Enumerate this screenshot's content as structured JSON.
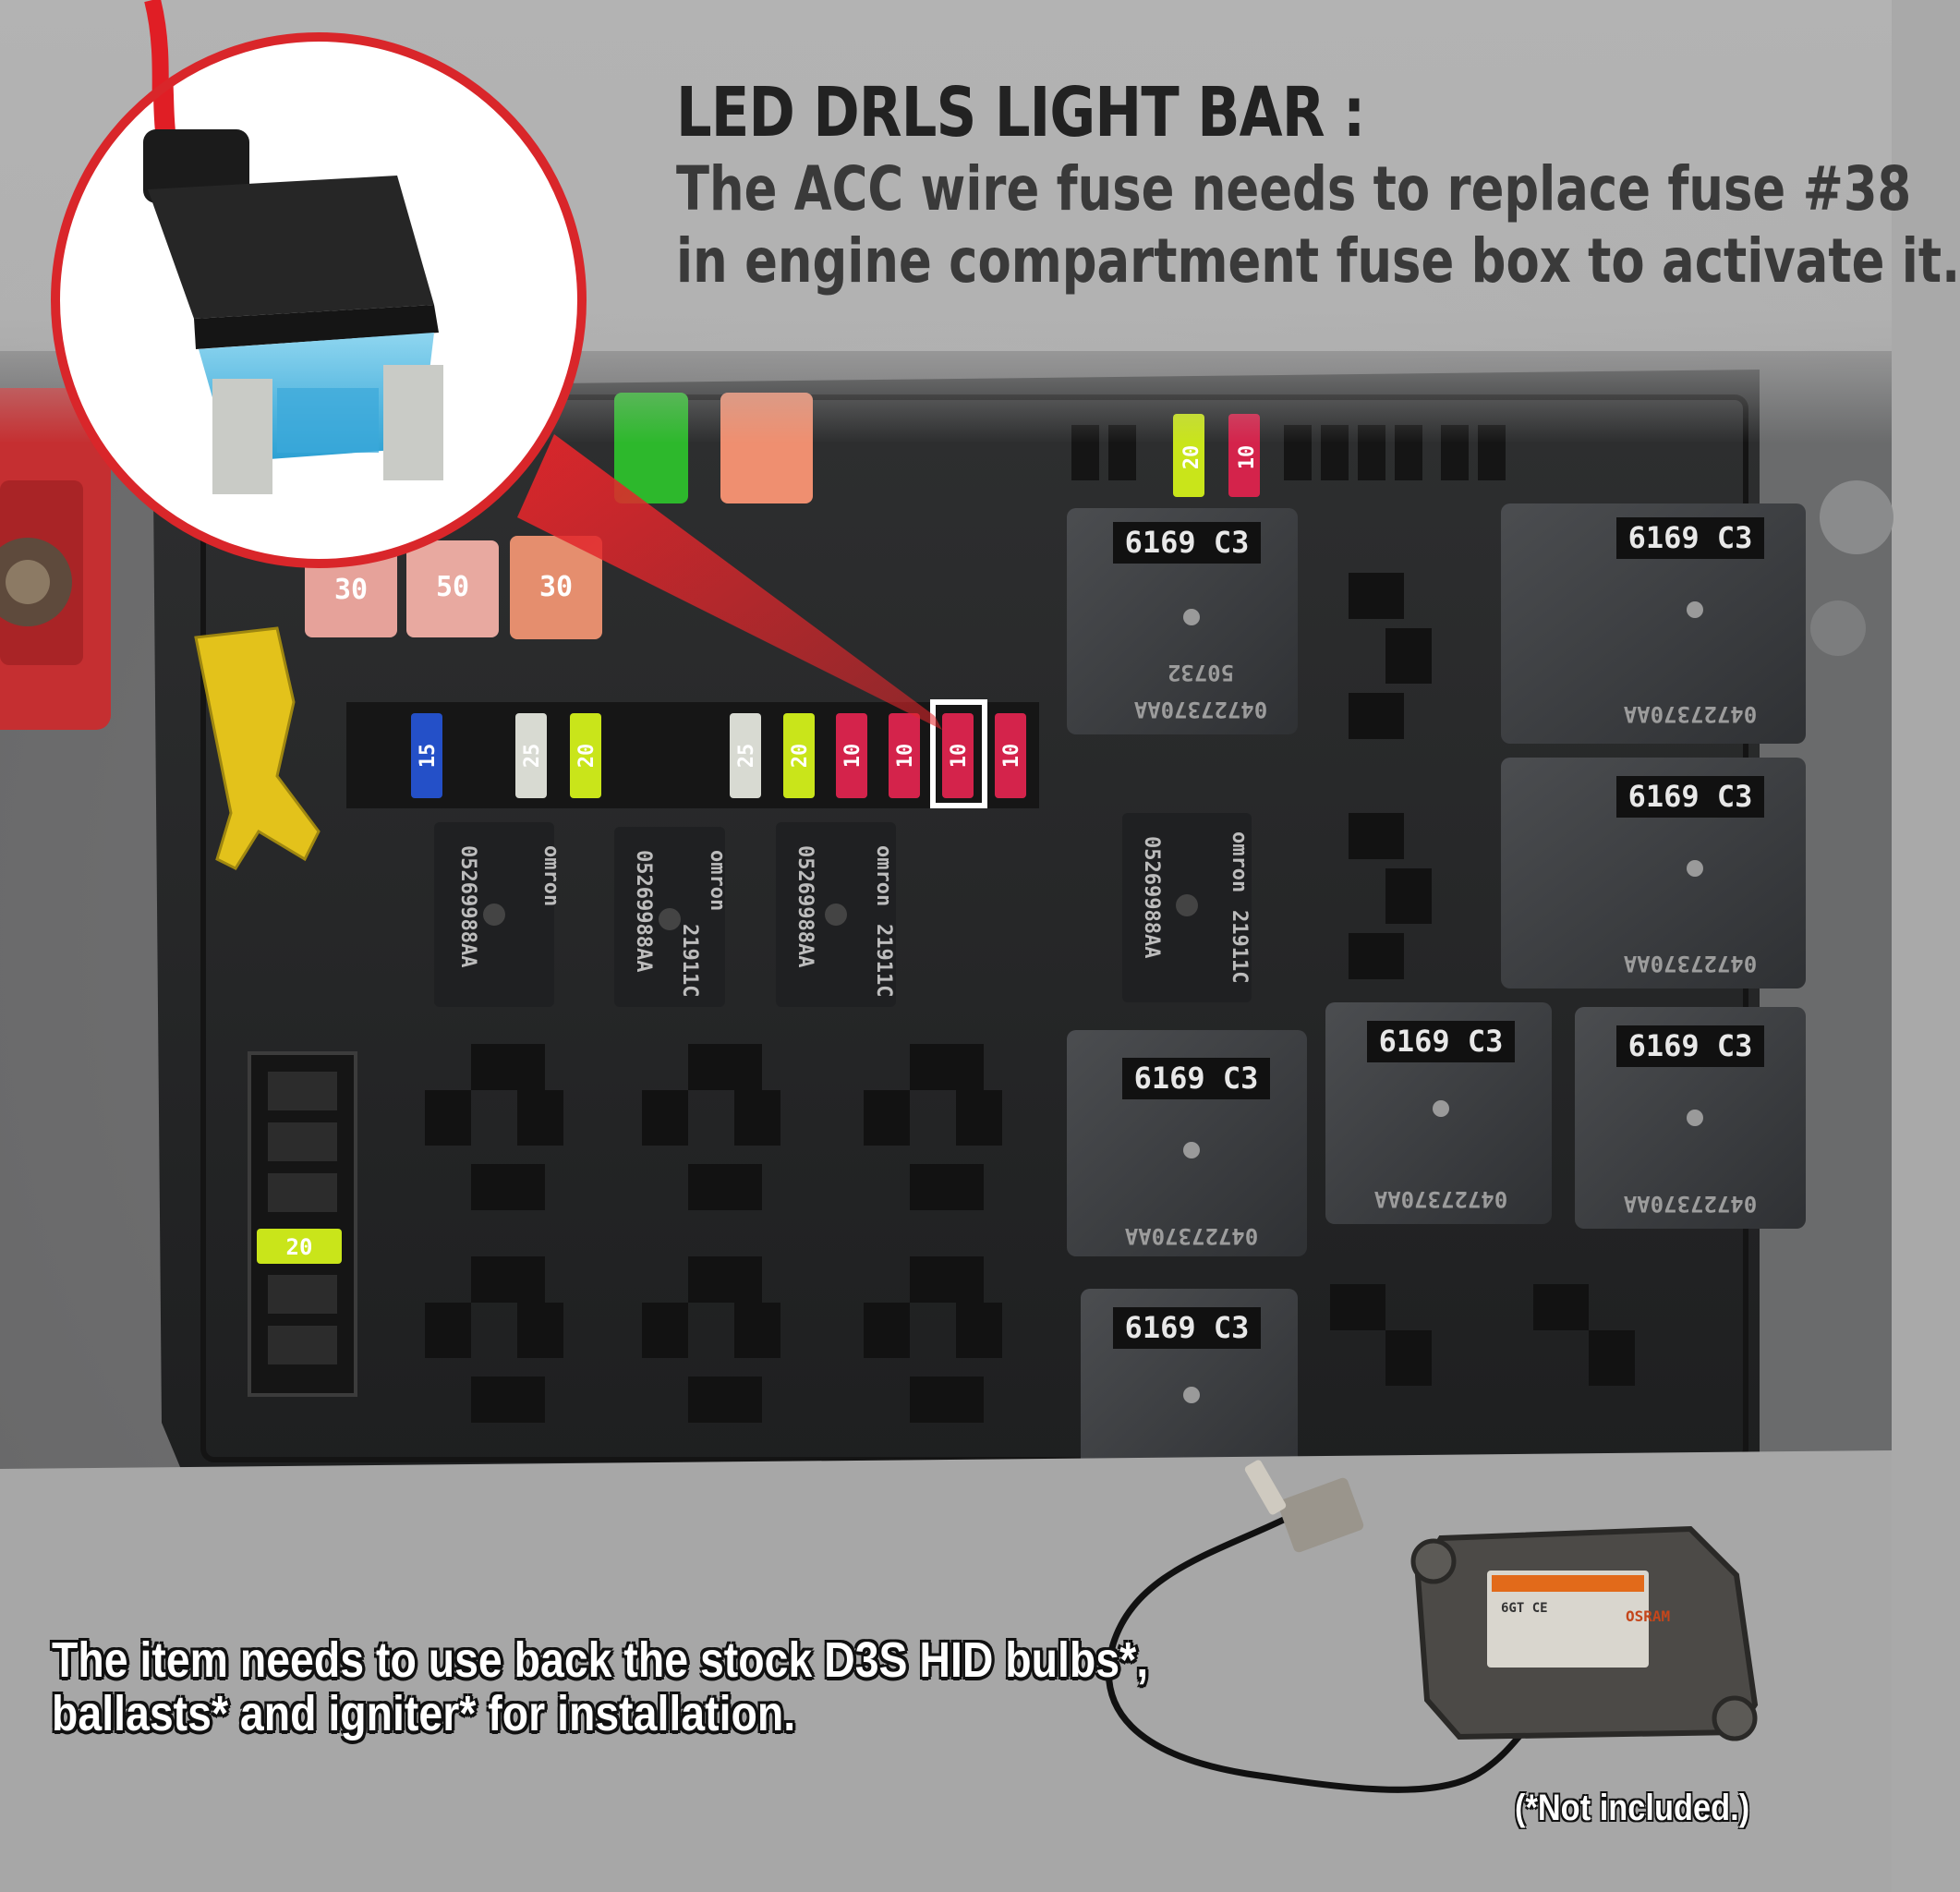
{
  "headline": {
    "title": "LED DRLS LIGHT BAR :",
    "line1": "The ACC wire fuse needs to replace fuse #38",
    "line2": "in engine compartment fuse box to activate it."
  },
  "note": {
    "line1": "The item needs to use back the stock D3S HID bulbs*,",
    "line2": "ballasts* and igniter* for installation."
  },
  "footnote": "(*Not included.)",
  "fuses": {
    "row": [
      "15",
      "25",
      "20",
      "25",
      "20",
      "10",
      "10",
      "10",
      "10"
    ],
    "top": [
      "20",
      "10"
    ],
    "left": "20",
    "big": [
      "30",
      "50",
      "30"
    ]
  },
  "relays": {
    "large_top": "6169 C3",
    "large_bottom": "04727370AA",
    "large_sub": "50732",
    "small_brand": "omron",
    "small_model": "21911C",
    "small_part": "05269988AA"
  },
  "ballast": {
    "brand": "OSRAM",
    "mark": "6GT CE"
  },
  "colors": {
    "callout_red": "#d9262a",
    "highlight": "#ffffff",
    "fuse_blue": "#2450c8",
    "fuse_green": "#c9e51a",
    "fuse_red": "#d4234b",
    "fuse_clear": "#d8dad2"
  }
}
